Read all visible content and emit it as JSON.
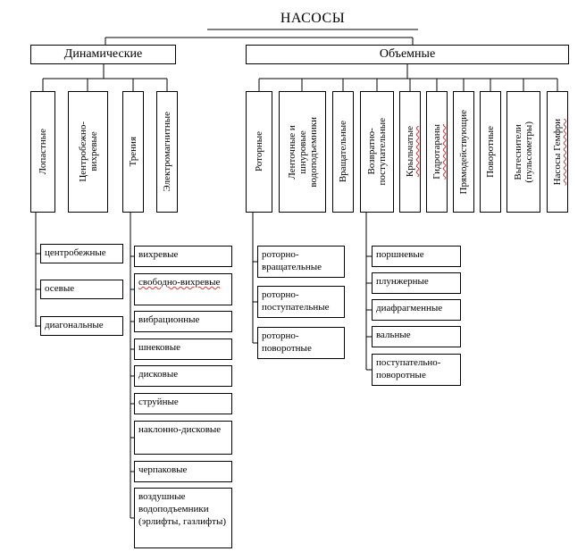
{
  "title": "НАСОСЫ",
  "dynamic": {
    "label": "Динамические",
    "types": [
      {
        "key": "lopast",
        "label": "Лопастные"
      },
      {
        "key": "centr",
        "label": "Центробежно-\nвихревые"
      },
      {
        "key": "trenie",
        "label": "Трения"
      },
      {
        "key": "elmag",
        "label": "Электромагнитные"
      }
    ],
    "lopast_children": [
      "центробежные",
      "осевые",
      "диагональные"
    ],
    "trenie_children": [
      "вихревые",
      "свободно-вихревые",
      "вибрационные",
      "шнековые",
      "дисковые",
      "струйные",
      "наклонно-дисковые",
      "черпаковые",
      "воздушные водоподъемники (эрлифты, газлифты)"
    ]
  },
  "volumetric": {
    "label": "Объемные",
    "types": [
      {
        "key": "rotor",
        "label": "Роторные"
      },
      {
        "key": "lenta",
        "label": "Ленточные и\nшнуровые\nводоподъемники"
      },
      {
        "key": "vrasch",
        "label": "Вращательные"
      },
      {
        "key": "vozvrat",
        "label": "Возвратно-\nпоступательные"
      },
      {
        "key": "kryl",
        "label": "Крыльчатые"
      },
      {
        "key": "gidro",
        "label": "Гидротараны"
      },
      {
        "key": "pryamo",
        "label": "Прямодействующие"
      },
      {
        "key": "povor",
        "label": "Поворотные"
      },
      {
        "key": "vytesn",
        "label": "Вытеснители\n(пульсометры)"
      },
      {
        "key": "gemfri",
        "label": "Насосы Гемфри"
      }
    ],
    "rotor_children": [
      "роторно-вращательные",
      "роторно-поступательные",
      "роторно-поворотные"
    ],
    "vozvrat_children": [
      "поршневые",
      "плунжерные",
      "диафрагменные",
      "вальные",
      "поступательно-поворотные"
    ]
  }
}
